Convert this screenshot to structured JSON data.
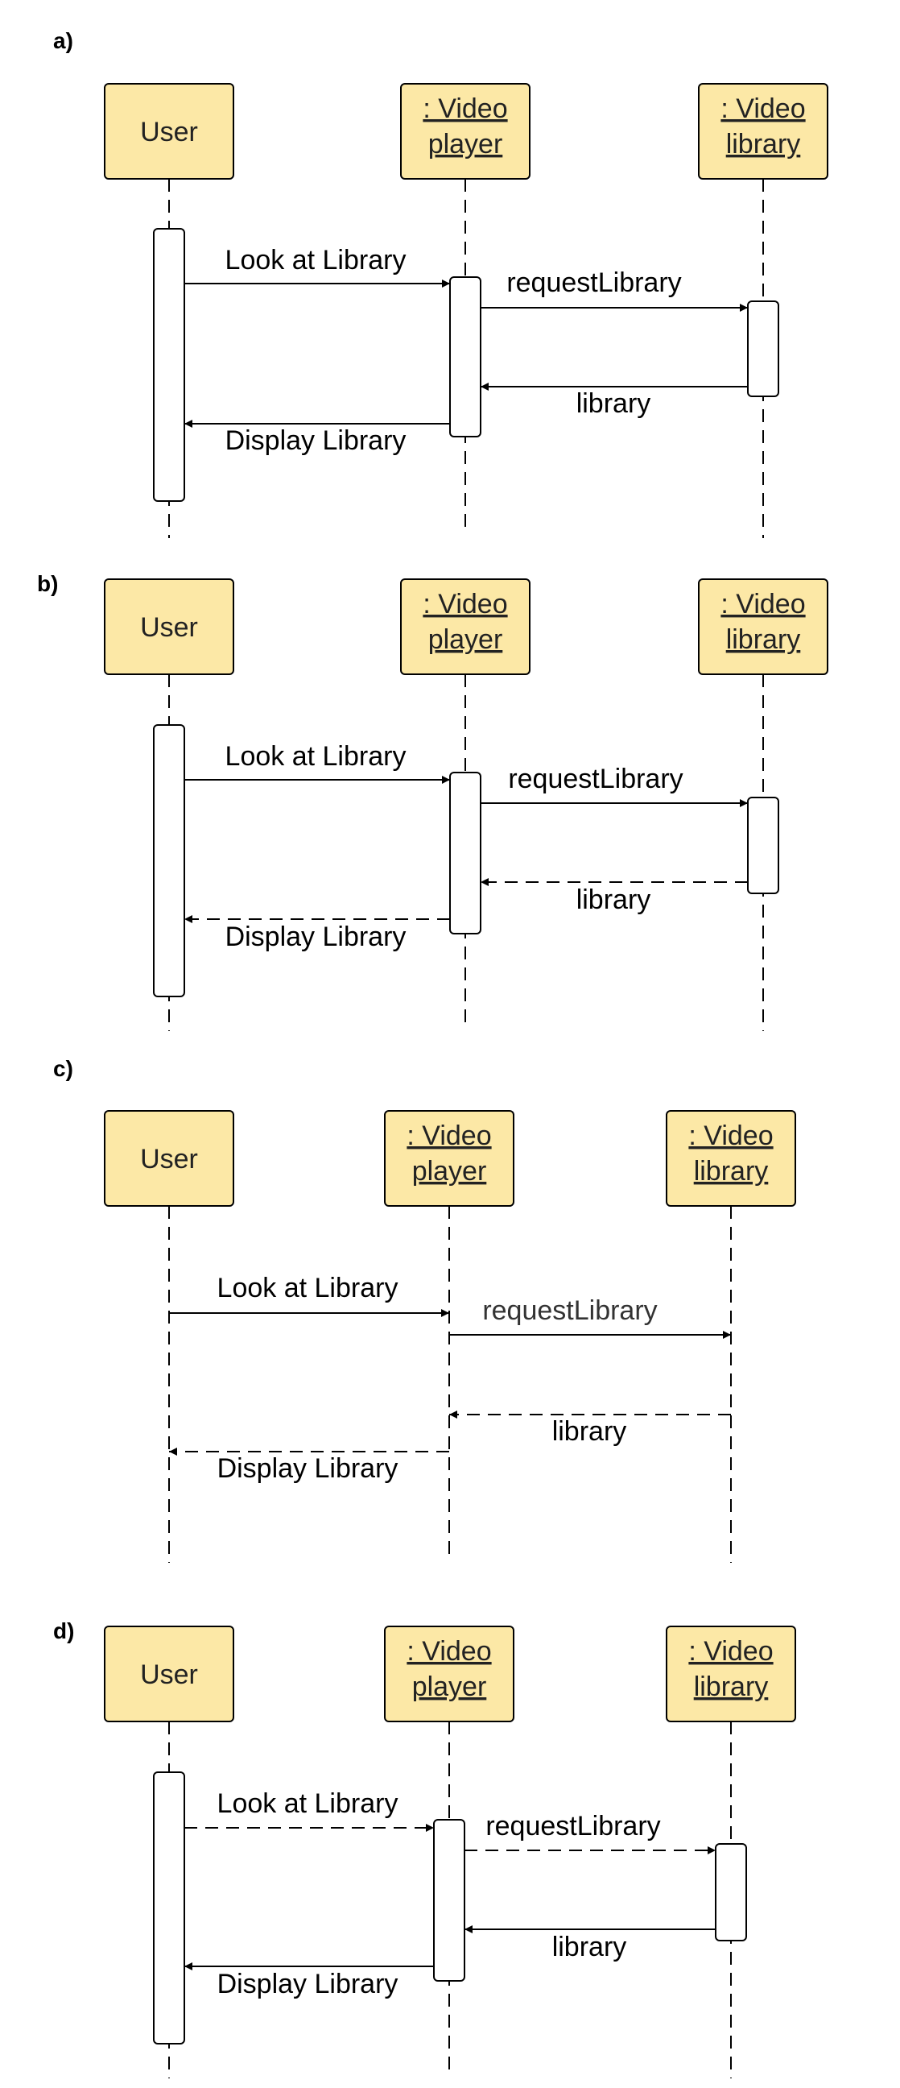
{
  "panels": [
    {
      "label": "a)",
      "actors": [
        {
          "lines": [
            "User"
          ],
          "underline": false
        },
        {
          "lines": [
            ": Video",
            "player"
          ],
          "underline": true
        },
        {
          "lines": [
            ": Video",
            "library"
          ],
          "underline": true
        }
      ],
      "messages": [
        {
          "text": "Look at Library",
          "style": "solid"
        },
        {
          "text": "requestLibrary",
          "style": "solid"
        },
        {
          "text": "library",
          "style": "solid"
        },
        {
          "text": "Display Library",
          "style": "solid"
        }
      ]
    },
    {
      "label": "b)",
      "actors": [
        {
          "lines": [
            "User"
          ],
          "underline": false
        },
        {
          "lines": [
            ": Video",
            "player"
          ],
          "underline": true
        },
        {
          "lines": [
            ": Video",
            "library"
          ],
          "underline": true
        }
      ],
      "messages": [
        {
          "text": "Look at Library",
          "style": "solid"
        },
        {
          "text": "requestLibrary",
          "style": "solid"
        },
        {
          "text": "library",
          "style": "dashed"
        },
        {
          "text": "Display Library",
          "style": "dashed"
        }
      ]
    },
    {
      "label": "c)",
      "actors": [
        {
          "lines": [
            "User"
          ],
          "underline": false
        },
        {
          "lines": [
            ": Video",
            "player"
          ],
          "underline": true
        },
        {
          "lines": [
            ": Video",
            "library"
          ],
          "underline": true
        }
      ],
      "messages": [
        {
          "text": "Look at Library",
          "style": "solid"
        },
        {
          "text": "requestLibrary",
          "style": "solid"
        },
        {
          "text": "library",
          "style": "dashed"
        },
        {
          "text": "Display Library",
          "style": "dashed"
        }
      ]
    },
    {
      "label": "d)",
      "actors": [
        {
          "lines": [
            "User"
          ],
          "underline": false
        },
        {
          "lines": [
            ": Video",
            "player"
          ],
          "underline": true
        },
        {
          "lines": [
            ": Video",
            "library"
          ],
          "underline": true
        }
      ],
      "messages": [
        {
          "text": "Look at Library",
          "style": "dashed"
        },
        {
          "text": "requestLibrary",
          "style": "dashed"
        },
        {
          "text": "library",
          "style": "solid"
        },
        {
          "text": "Display Library",
          "style": "solid"
        }
      ]
    }
  ],
  "colors": {
    "actor_fill": "#fce8a6",
    "stroke": "#000000"
  }
}
